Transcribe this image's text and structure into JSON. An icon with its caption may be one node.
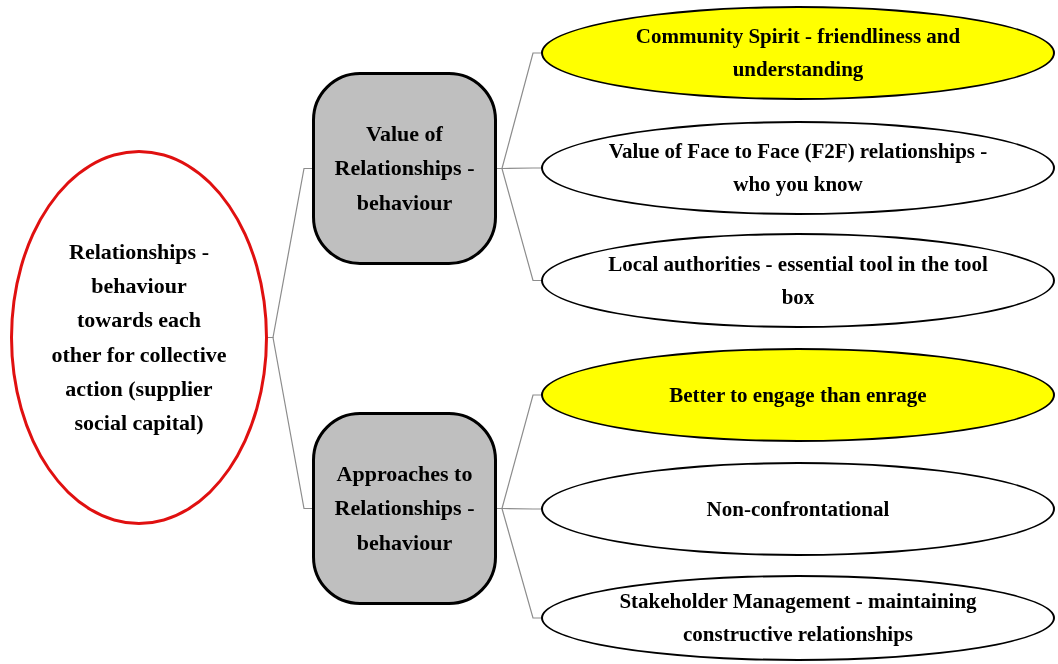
{
  "diagram": {
    "nodes": [
      {
        "text": [
          "Relationships - behaviour towards each other for collective action (supplier social capital)"
        ]
      },
      {
        "text": [
          "Value of Relationships - behaviour"
        ]
      },
      {
        "text": [
          "Community Spirit - friendliness and understanding"
        ]
      },
      {
        "text": [
          "Value of Face to Face (F2F) relationships - who you know"
        ]
      },
      {
        "text": [
          "Local authorities - essential tool in the tool box"
        ]
      },
      {
        "text": [
          "Approaches to Relationships - behaviour"
        ]
      },
      {
        "text": [
          "Better to engage than enrage"
        ]
      },
      {
        "text": [
          "Non-confrontational"
        ]
      },
      {
        "text": [
          "Stakeholder Management - maintaining constructive relationships"
        ]
      }
    ],
    "edges": [
      {
        "from": 0,
        "to": 1,
        "arrow": "none"
      },
      {
        "from": 0,
        "to": 5,
        "arrow": "none"
      },
      {
        "from": 1,
        "to": 2,
        "arrow": "none"
      },
      {
        "from": 1,
        "to": 3,
        "arrow": "none"
      },
      {
        "from": 1,
        "to": 4,
        "arrow": "none"
      },
      {
        "from": 5,
        "to": 6,
        "arrow": "none"
      },
      {
        "from": 5,
        "to": 7,
        "arrow": "none"
      },
      {
        "from": 5,
        "to": 8,
        "arrow": "none"
      }
    ]
  }
}
